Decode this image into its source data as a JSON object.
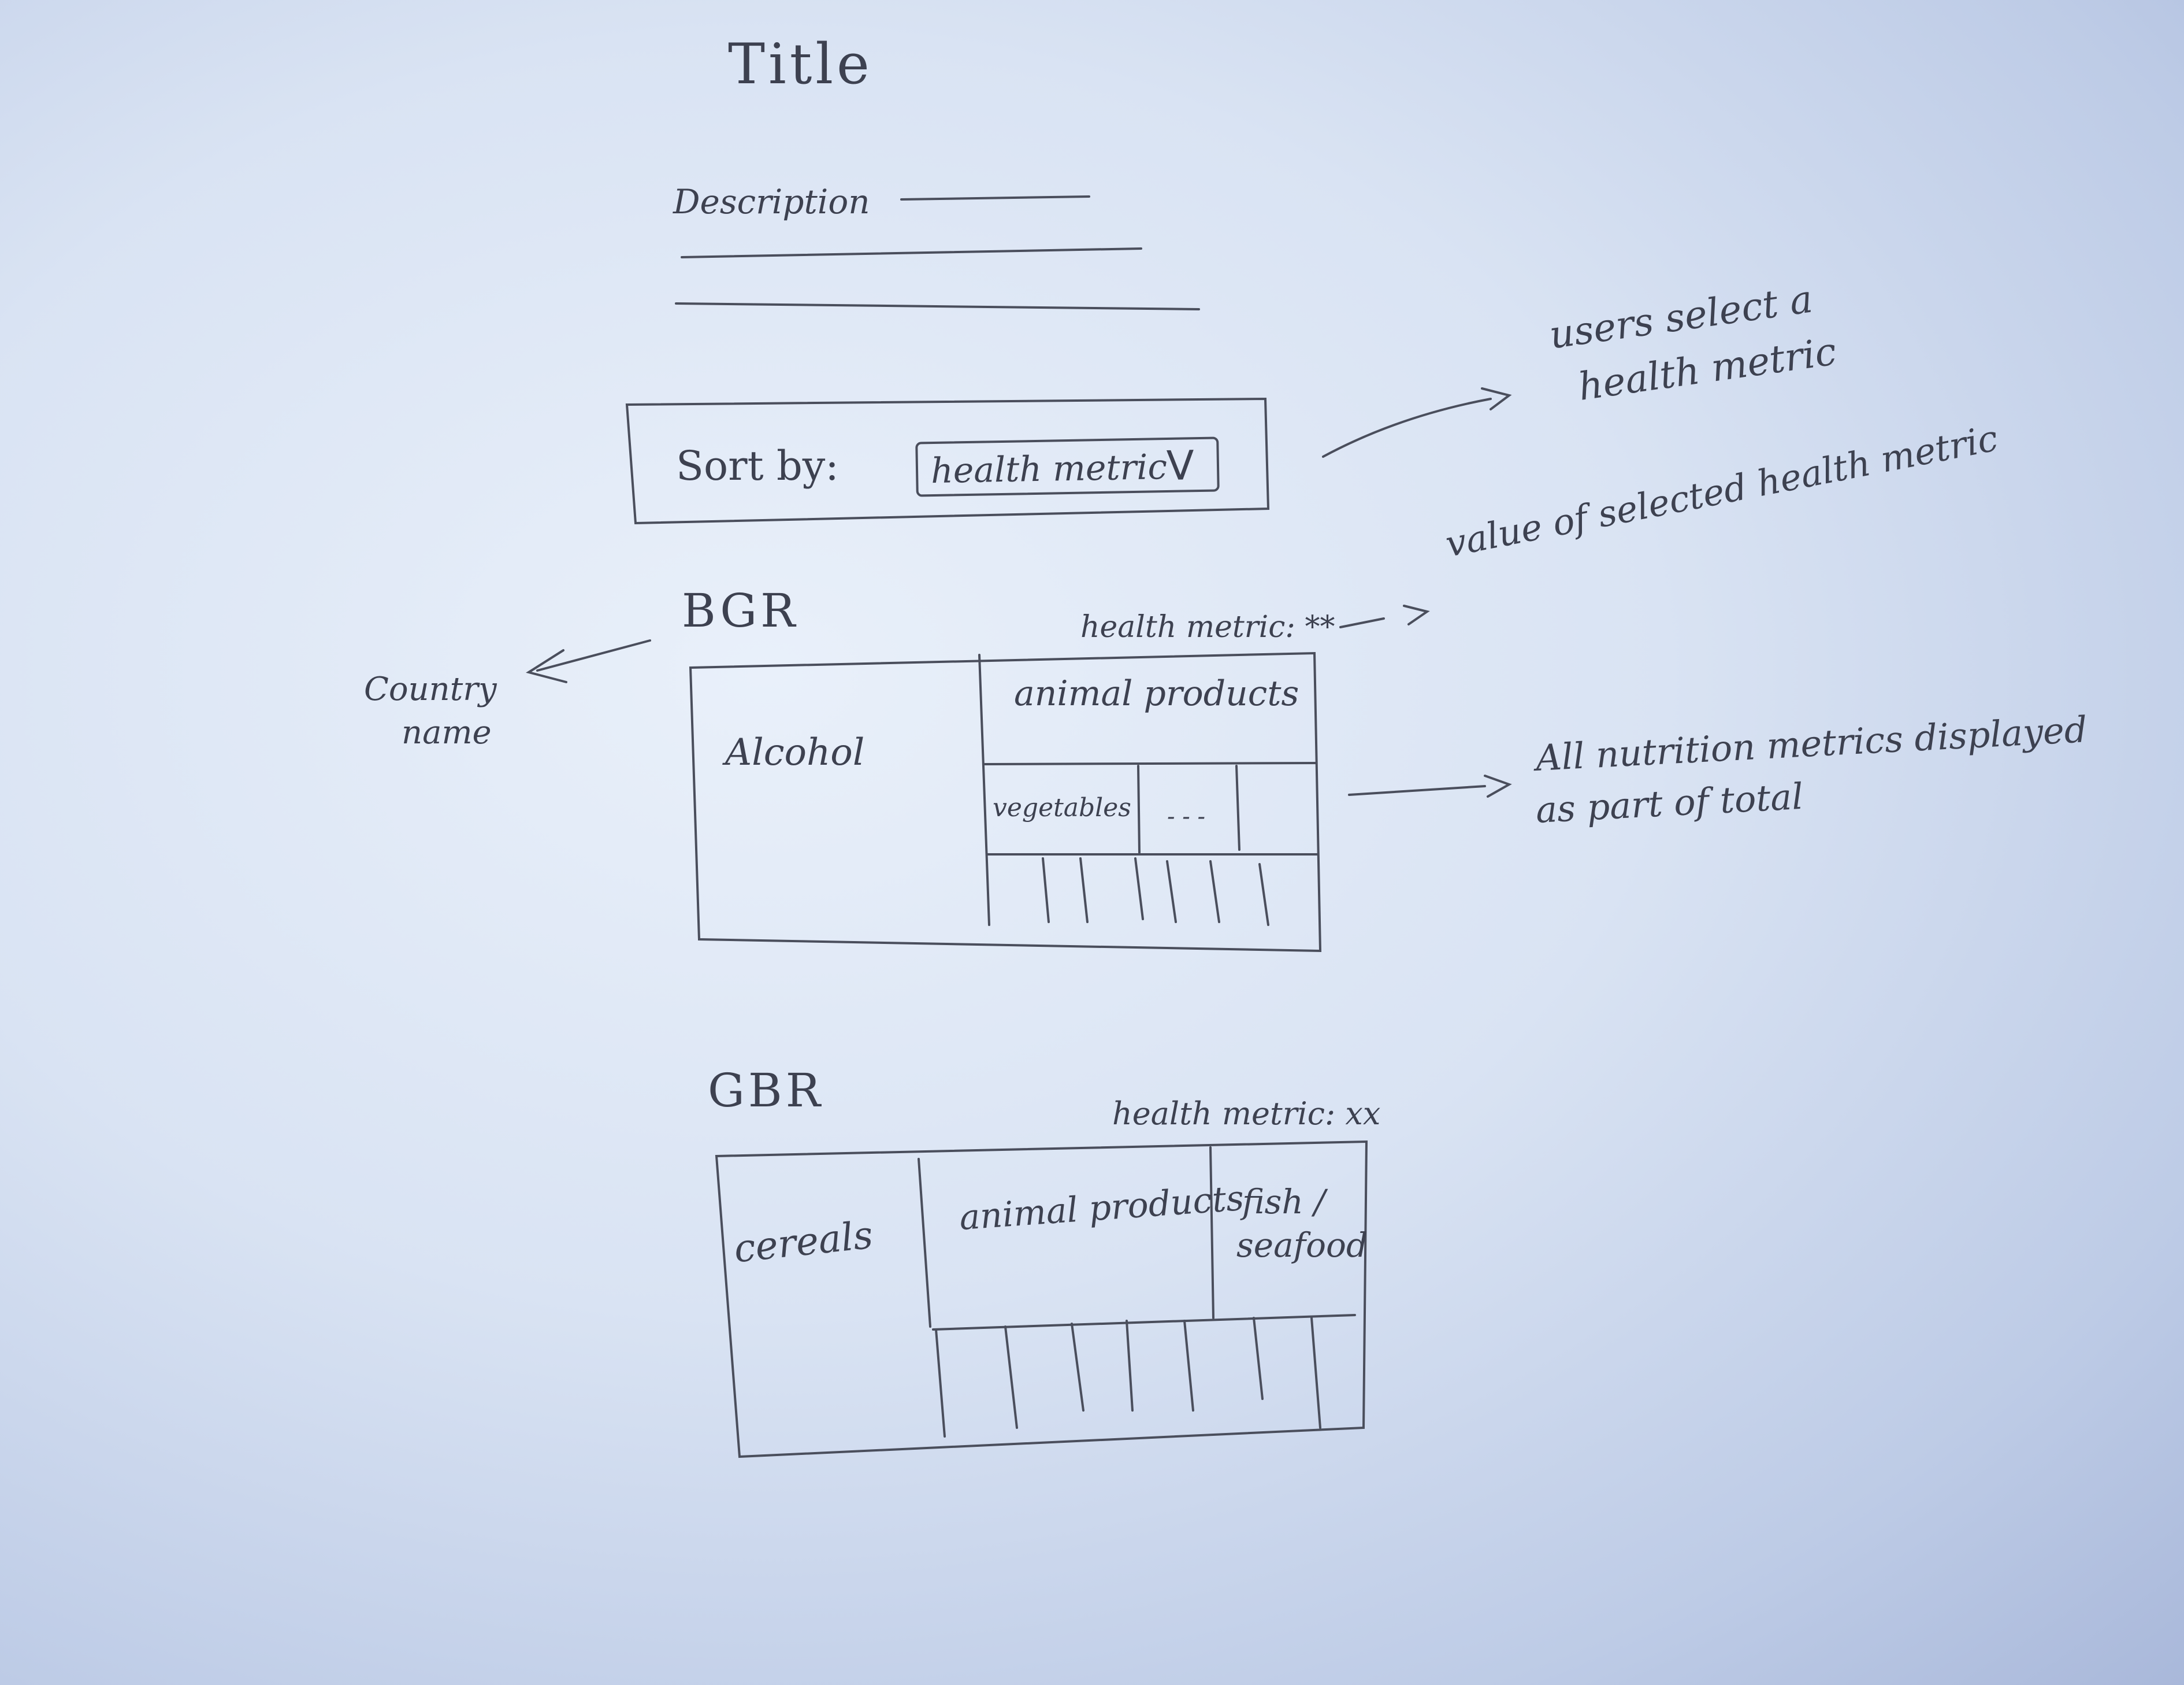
{
  "title": "Title",
  "description": "Description",
  "sort": {
    "label": "Sort by:",
    "select_value": "health metric",
    "chevron": "chevron-down-icon"
  },
  "notes": {
    "select": [
      "users select a",
      "health metric"
    ],
    "value": "value of selected health metric",
    "country": [
      "Country",
      "name"
    ],
    "nutrition": [
      "All nutrition metrics displayed",
      "as part of total"
    ]
  },
  "countries": [
    {
      "code": "BGR",
      "metric_label": "health metric: **",
      "cells": {
        "big": "Alcohol",
        "top": "animal products",
        "small1": "vegetables",
        "small2": "- - -"
      }
    },
    {
      "code": "GBR",
      "metric_label": "health metric: xx",
      "cells": {
        "big": "cereals",
        "mid": "animal products",
        "right_top": [
          "fish /",
          "seafood"
        ]
      }
    }
  ]
}
